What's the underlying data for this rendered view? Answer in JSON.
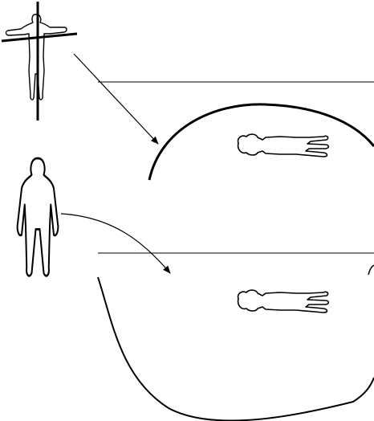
{
  "diagram": {
    "elements": [
      "figure-with-cross-icon",
      "standing-figure-icon",
      "upper-horizon-line",
      "lower-horizon-line",
      "convex-dome-curve",
      "concave-bowl-curve",
      "reclining-figure-upper-icon",
      "reclining-figure-lower-icon",
      "arrow-cross-to-dome",
      "arrow-figure-to-bowl"
    ],
    "colors": {
      "ink": "#000000",
      "background": "#ffffff"
    }
  }
}
